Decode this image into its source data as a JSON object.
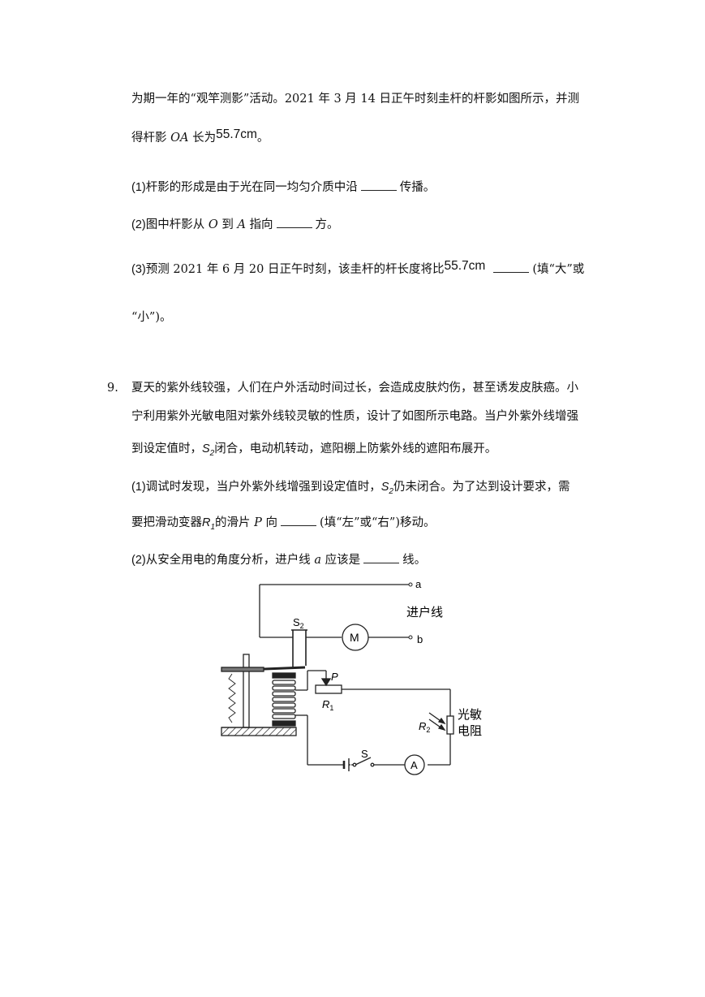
{
  "q8": {
    "line1": "为期一年的“观竿测影”活动。2021 年 3 月 14 日正午时刻圭杆的杆影如图所示，并测",
    "line2_pre": "得杆影 ",
    "line2_var": "OA",
    "line2_mid": " 长为",
    "line2_math": "55.7cm",
    "line2_end": "。",
    "p1_num": "(1)",
    "p1_text": "杆影的形成是由于光在同一均匀介质中沿",
    "p1_end": "传播。",
    "p2_num": "(2)",
    "p2_pre": "图中杆影从 ",
    "p2_o": "O",
    "p2_mid": " 到 ",
    "p2_a": "A",
    "p2_post": " 指向",
    "p2_end": "方。",
    "p3_num": "(3)",
    "p3_text": "预测 2021 年 6 月 20 日正午时刻，该圭杆的杆长度将比",
    "p3_math": "55.7cm",
    "p3_end": "(填“大”或",
    "p3_line2": "“小”)。"
  },
  "q9": {
    "number": "9.",
    "line1": "夏天的紫外线较强，人们在户外活动时间过长，会造成皮肤灼伤，甚至诱发皮肤癌。小",
    "line2": "宁利用紫外光敏电阻对紫外线较灵敏的性质，设计了如图所示电路。当户外紫外线增强",
    "line3_pre": "到设定值时，",
    "line3_var": "S",
    "line3_sub": "2",
    "line3_post": "闭合，电动机转动，遮阳棚上防紫外线的遮阳布展开。",
    "p1_num": "(1)",
    "p1_pre": "调试时发现，当户外紫外线增强到设定值时，",
    "p1_var": "S",
    "p1_sub": "2",
    "p1_post": "仍未闭合。为了达到设计要求，需",
    "p1_line2_pre": "要把滑动变器",
    "p1_line2_var": "R",
    "p1_line2_sub": "1",
    "p1_line2_mid": "的滑片 ",
    "p1_line2_p": "P",
    "p1_line2_post": " 向",
    "p1_line2_end": "(填“左”或“右”)移动。",
    "p2_num": "(2)",
    "p2_pre": "从安全用电的角度分析，进户线 ",
    "p2_var": "a",
    "p2_post": " 应该是",
    "p2_end": "线。"
  },
  "circuit": {
    "terminal_a": "a",
    "terminal_b": "b",
    "incoming_line": "进户线",
    "switch_s2": "S",
    "switch_s2_sub": "2",
    "motor": "M",
    "slider_p": "P",
    "resistor_r1": "R",
    "resistor_r1_sub": "1",
    "resistor_r2": "R",
    "resistor_r2_sub": "2",
    "photo_label_1": "光敏",
    "photo_label_2": "电阻",
    "switch_s": "S",
    "ammeter": "A"
  }
}
